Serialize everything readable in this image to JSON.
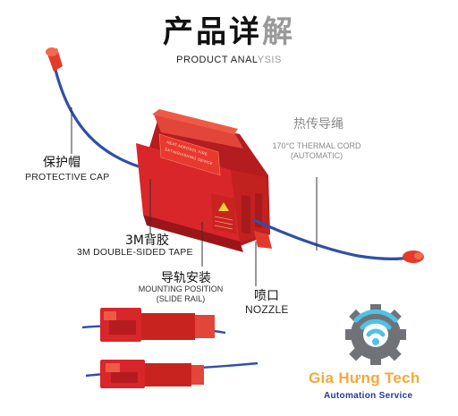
{
  "header": {
    "title_main": "产品详",
    "title_faded": "解",
    "subtitle_main": "PRODUCT ANAL",
    "subtitle_faded": "YSIS"
  },
  "labels": {
    "cord_cn": "热传导绳",
    "cord_en_line1": "170°C THERMAL CORD",
    "cord_en_line2": "(AUTOMATIC)",
    "cap_cn": "保护帽",
    "cap_en": "PROTECTIVE CAP",
    "tape_cn": "3M背胶",
    "tape_en": "3M DOUBLE-SIDED TAPE",
    "mount_cn": "导轨安装",
    "mount_en_line1": "MOUNTING POSITION",
    "mount_en_line2": "(SLIDE RAIL)",
    "nozzle_cn": "喷口",
    "nozzle_en": "NOZZLE"
  },
  "device": {
    "label_line1": "HEAT AEROSOL FIRE",
    "label_line2": "EXTINGUISHING DEVICE"
  },
  "logo": {
    "name": "Gia Hưng Tech",
    "tagline": "Automation Service"
  },
  "colors": {
    "device_red": "#d8262a",
    "cord_blue": "#2f4fa8",
    "logo_orange": "#f4a93a",
    "logo_navy": "#2b3a8f",
    "wifi_cyan": "#4ec3e8",
    "gear_gray": "#6f7378"
  }
}
